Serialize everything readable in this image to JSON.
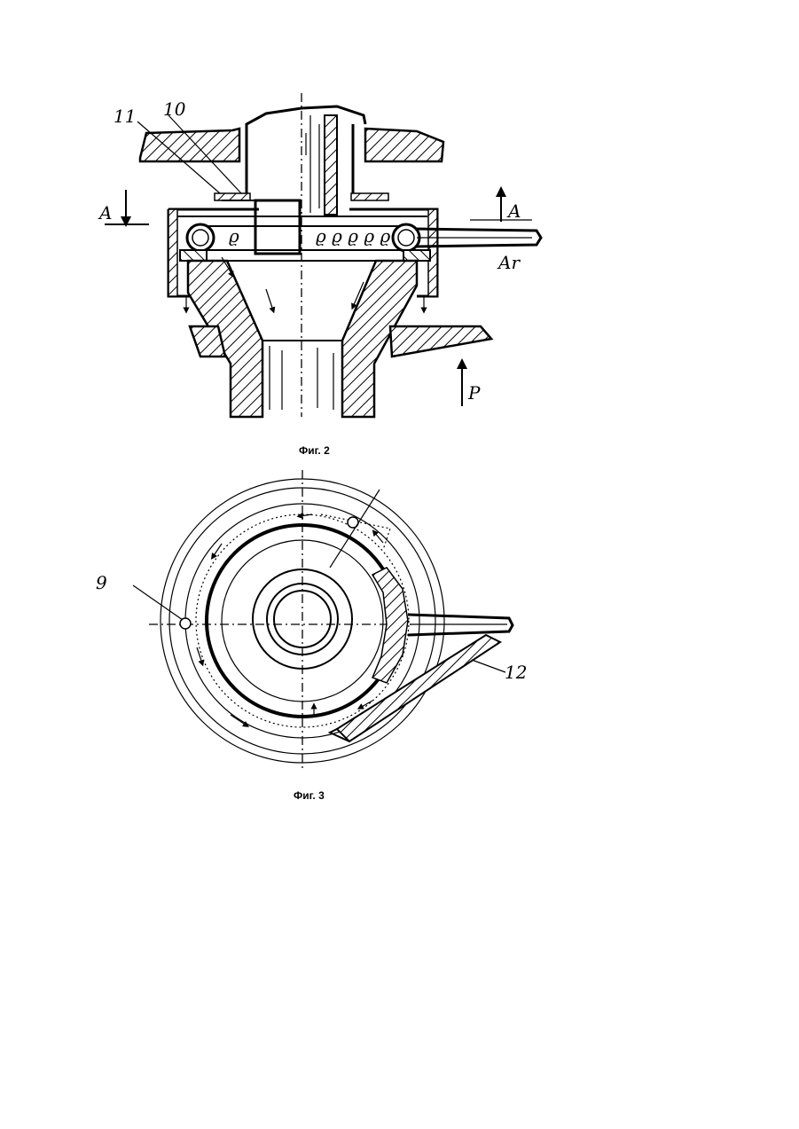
{
  "figure2": {
    "caption": "Фиг. 2",
    "labels": {
      "part_11": "11",
      "part_10": "10",
      "section_left": "A",
      "section_right": "A",
      "gas": "Ar",
      "pressure": "P"
    }
  },
  "figure3": {
    "caption": "Фиг. 3",
    "labels": {
      "part_9": "9",
      "part_12": "12"
    }
  }
}
